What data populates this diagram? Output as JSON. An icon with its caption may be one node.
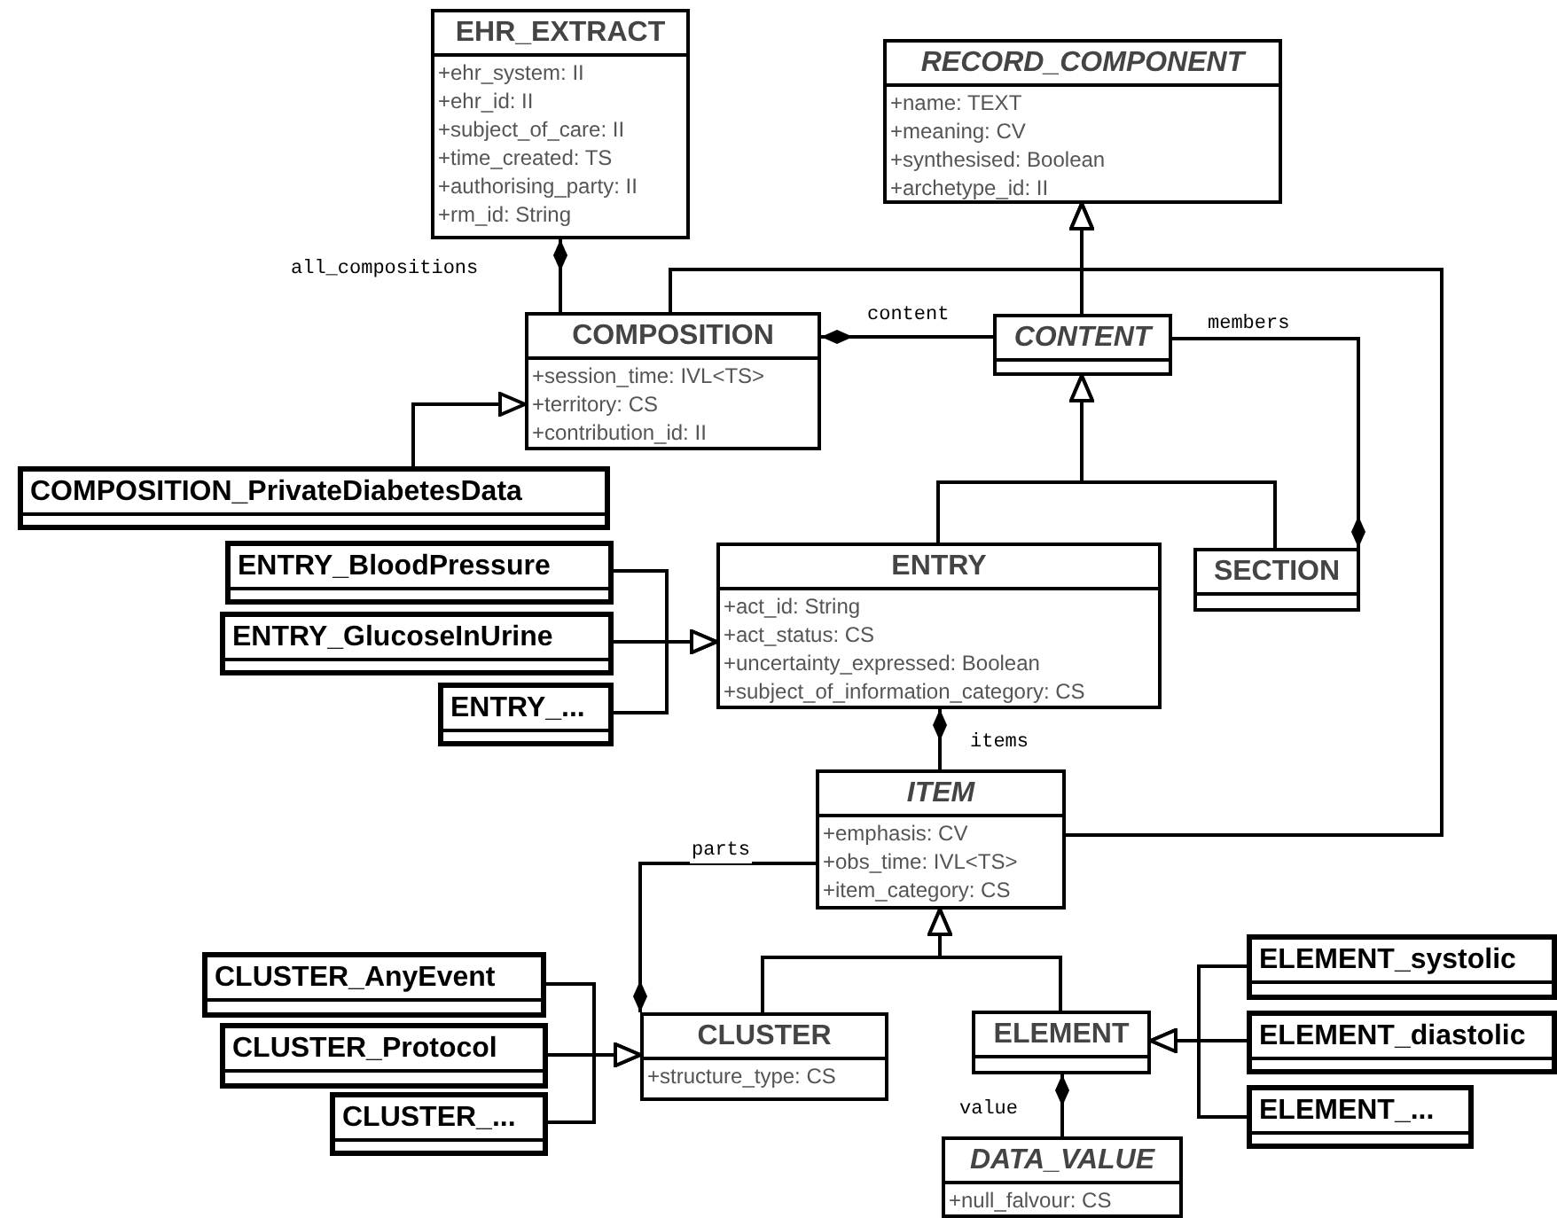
{
  "diagram": {
    "nodes": [
      {
        "text": [
          "EHR_EXTRACT",
          "+ehr_system: II",
          "+ehr_id: II",
          "+subject_of_care: II",
          "+time_created: TS",
          "+authorising_party: II",
          "+rm_id: String"
        ]
      },
      {
        "text": [
          "RECORD_COMPONENT",
          "+name: TEXT",
          "+meaning: CV",
          "+synthesised: Boolean",
          "+archetype_id: II"
        ]
      },
      {
        "text": [
          "COMPOSITION",
          "+session_time: IVL<TS>",
          "+territory: CS",
          "+contribution_id: II"
        ]
      },
      {
        "text": [
          "CONTENT"
        ]
      },
      {
        "text": [
          "COMPOSITION_PrivateDiabetesData"
        ]
      },
      {
        "text": [
          "ENTRY_BloodPressure"
        ]
      },
      {
        "text": [
          "ENTRY_GlucoseInUrine"
        ]
      },
      {
        "text": [
          "ENTRY_..."
        ]
      },
      {
        "text": [
          "ENTRY",
          "+act_id: String",
          "+act_status: CS",
          "+uncertainty_expressed: Boolean",
          "+subject_of_information_category: CS"
        ]
      },
      {
        "text": [
          "SECTION"
        ]
      },
      {
        "text": [
          "ITEM",
          "+emphasis: CV",
          "+obs_time: IVL<TS>",
          "+item_category: CS"
        ]
      },
      {
        "text": [
          "CLUSTER_AnyEvent"
        ]
      },
      {
        "text": [
          "CLUSTER_Protocol"
        ]
      },
      {
        "text": [
          "CLUSTER_..."
        ]
      },
      {
        "text": [
          "CLUSTER",
          "+structure_type: CS"
        ]
      },
      {
        "text": [
          "ELEMENT"
        ]
      },
      {
        "text": [
          "ELEMENT_systolic"
        ]
      },
      {
        "text": [
          "ELEMENT_diastolic"
        ]
      },
      {
        "text": [
          "ELEMENT_..."
        ]
      },
      {
        "text": [
          "DATA_VALUE",
          "+null_falvour: CS"
        ]
      }
    ],
    "edges": [
      {
        "from": 2,
        "to": 0,
        "arrow": "other",
        "label": "all_compositions"
      },
      {
        "from": 3,
        "to": 2,
        "arrow": "other",
        "label": "content"
      },
      {
        "from": 3,
        "to": 1,
        "arrow": "to"
      },
      {
        "from": 2,
        "to": 1,
        "arrow": "to"
      },
      {
        "from": 10,
        "to": 1,
        "arrow": "to"
      },
      {
        "from": 3,
        "to": 9,
        "arrow": "other",
        "label": "members"
      },
      {
        "from": 8,
        "to": 3,
        "arrow": "to"
      },
      {
        "from": 9,
        "to": 3,
        "arrow": "to"
      },
      {
        "from": 4,
        "to": 2,
        "arrow": "to"
      },
      {
        "from": 5,
        "to": 8,
        "arrow": "to"
      },
      {
        "from": 6,
        "to": 8,
        "arrow": "to"
      },
      {
        "from": 7,
        "to": 8,
        "arrow": "to"
      },
      {
        "from": 10,
        "to": 8,
        "arrow": "other",
        "label": "items"
      },
      {
        "from": 10,
        "to": 14,
        "arrow": "other",
        "label": "parts"
      },
      {
        "from": 14,
        "to": 10,
        "arrow": "to"
      },
      {
        "from": 15,
        "to": 10,
        "arrow": "to"
      },
      {
        "from": 11,
        "to": 14,
        "arrow": "to"
      },
      {
        "from": 12,
        "to": 14,
        "arrow": "to"
      },
      {
        "from": 13,
        "to": 14,
        "arrow": "to"
      },
      {
        "from": 16,
        "to": 15,
        "arrow": "to"
      },
      {
        "from": 17,
        "to": 15,
        "arrow": "to"
      },
      {
        "from": 18,
        "to": 15,
        "arrow": "to"
      },
      {
        "from": 19,
        "to": 15,
        "arrow": "other",
        "label": "value"
      }
    ]
  }
}
